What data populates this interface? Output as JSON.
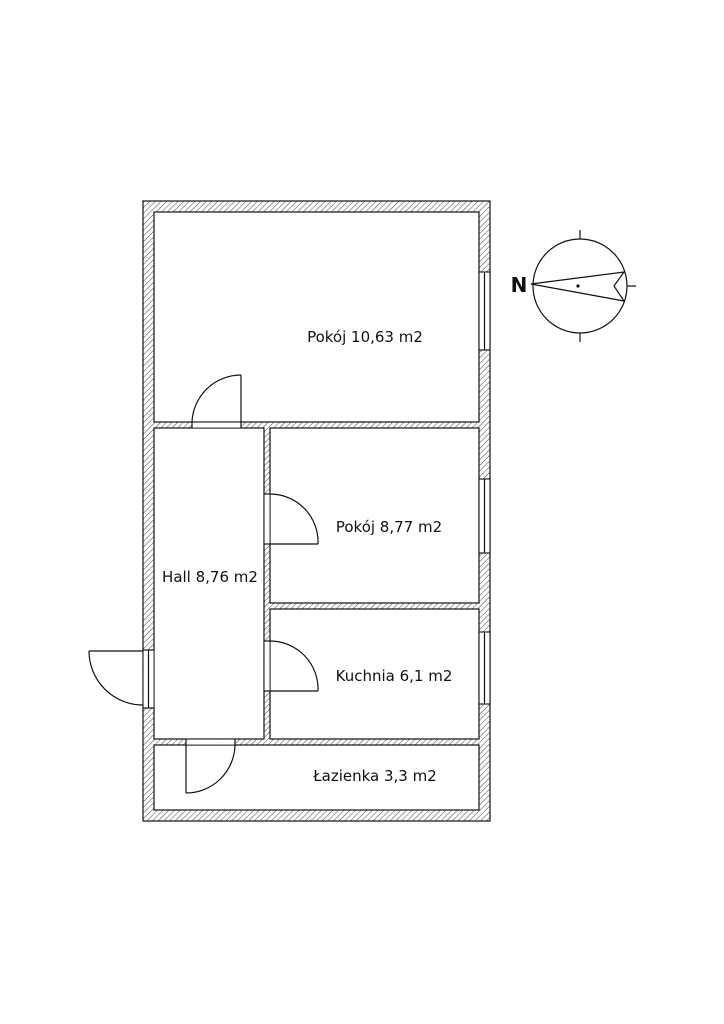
{
  "rooms": [
    {
      "id": "pokoj-1",
      "label": "Pokój 10,63 m2"
    },
    {
      "id": "pokoj-2",
      "label": "Pokój 8,77 m2"
    },
    {
      "id": "hall",
      "label": "Hall 8,76 m2"
    },
    {
      "id": "kuchnia",
      "label": "Kuchnia 6,1 m2"
    },
    {
      "id": "lazienka",
      "label": "Łazienka 3,3 m2"
    }
  ],
  "compass": {
    "label": "N"
  },
  "colors": {
    "line": "#111111",
    "background": "#ffffff"
  }
}
